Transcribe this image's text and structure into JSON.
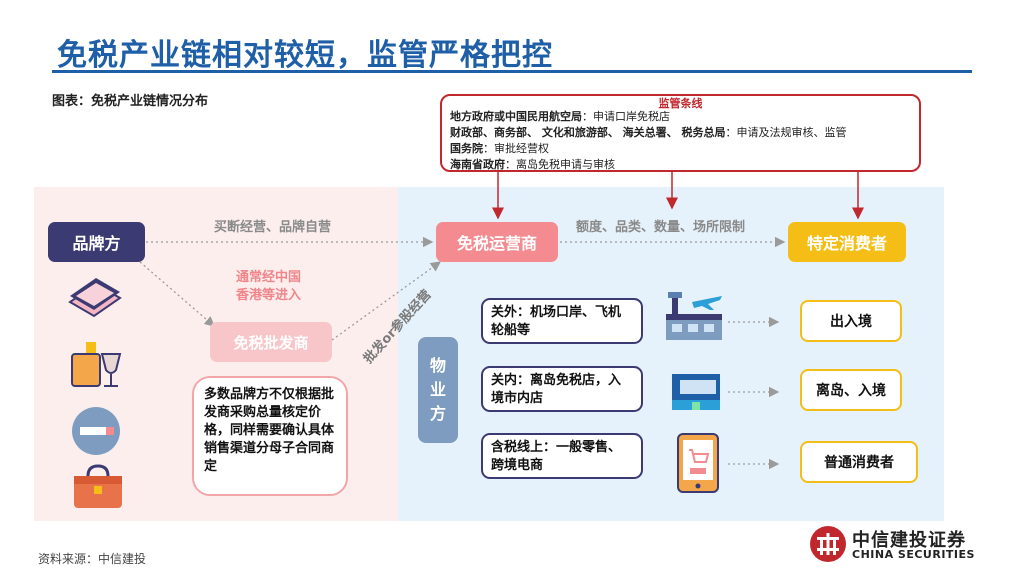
{
  "title": "免税产业链相对较短，监管严格把控",
  "caption": "图表：免税产业链情况分布",
  "regulation": {
    "title": "监管条线",
    "lines": [
      {
        "org": "地方政府或中国民用航空局",
        "duty": "：申请口岸免税店"
      },
      {
        "org": "财政部、商务部、 文化和旅游部、 海关总署、 税务总局",
        "duty": "：申请及法规审核、监管"
      },
      {
        "org": "国务院",
        "duty": "：审批经营权"
      },
      {
        "org": "海南省政府",
        "duty": "：离岛免税申请与审核"
      }
    ]
  },
  "nodes": {
    "brand": "品牌方",
    "duty_free_operator": "免税运营商",
    "special_consumer": "特定消费者",
    "wholesaler": "免税批发商",
    "property": [
      "物",
      "业",
      "方"
    ]
  },
  "labels": {
    "buyout": "买断经营、品牌自营",
    "via_hk_line1": "通常经中国",
    "via_hk_line2": "香港等进入",
    "wholesale_or_equity": "批发or参股经营",
    "limits": "额度、品类、数量、场所限制"
  },
  "note": "多数品牌方不仅根据批发商采购总量核定价格，同样需要确认具体销售渠道分母子合同商定",
  "channels": [
    {
      "text": "关外：机场口岸、飞机轮船等",
      "icon": "airport-icon",
      "dest": "出入境"
    },
    {
      "text": "关内：离岛免税店，入境市内店",
      "icon": "mall-icon",
      "dest": "离岛、入境"
    },
    {
      "text": "含税线上：一般零售、跨境电商",
      "icon": "tablet-shop-icon",
      "dest": "普通消费者"
    }
  ],
  "product_icons": [
    "cosmetics-compact-icon",
    "wine-glass-icon",
    "cigarette-icon",
    "handbag-icon"
  ],
  "source": "资料来源：中信建投",
  "logo": {
    "cn": "中信建投证券",
    "en": "CHINA SECURITIES"
  },
  "colors": {
    "title": "#1f5fa8",
    "brand": "#3b3a72",
    "operator": "#f38b90",
    "consumer": "#f5be17",
    "regulation": "#c0282d",
    "property": "#7e9cc0"
  }
}
